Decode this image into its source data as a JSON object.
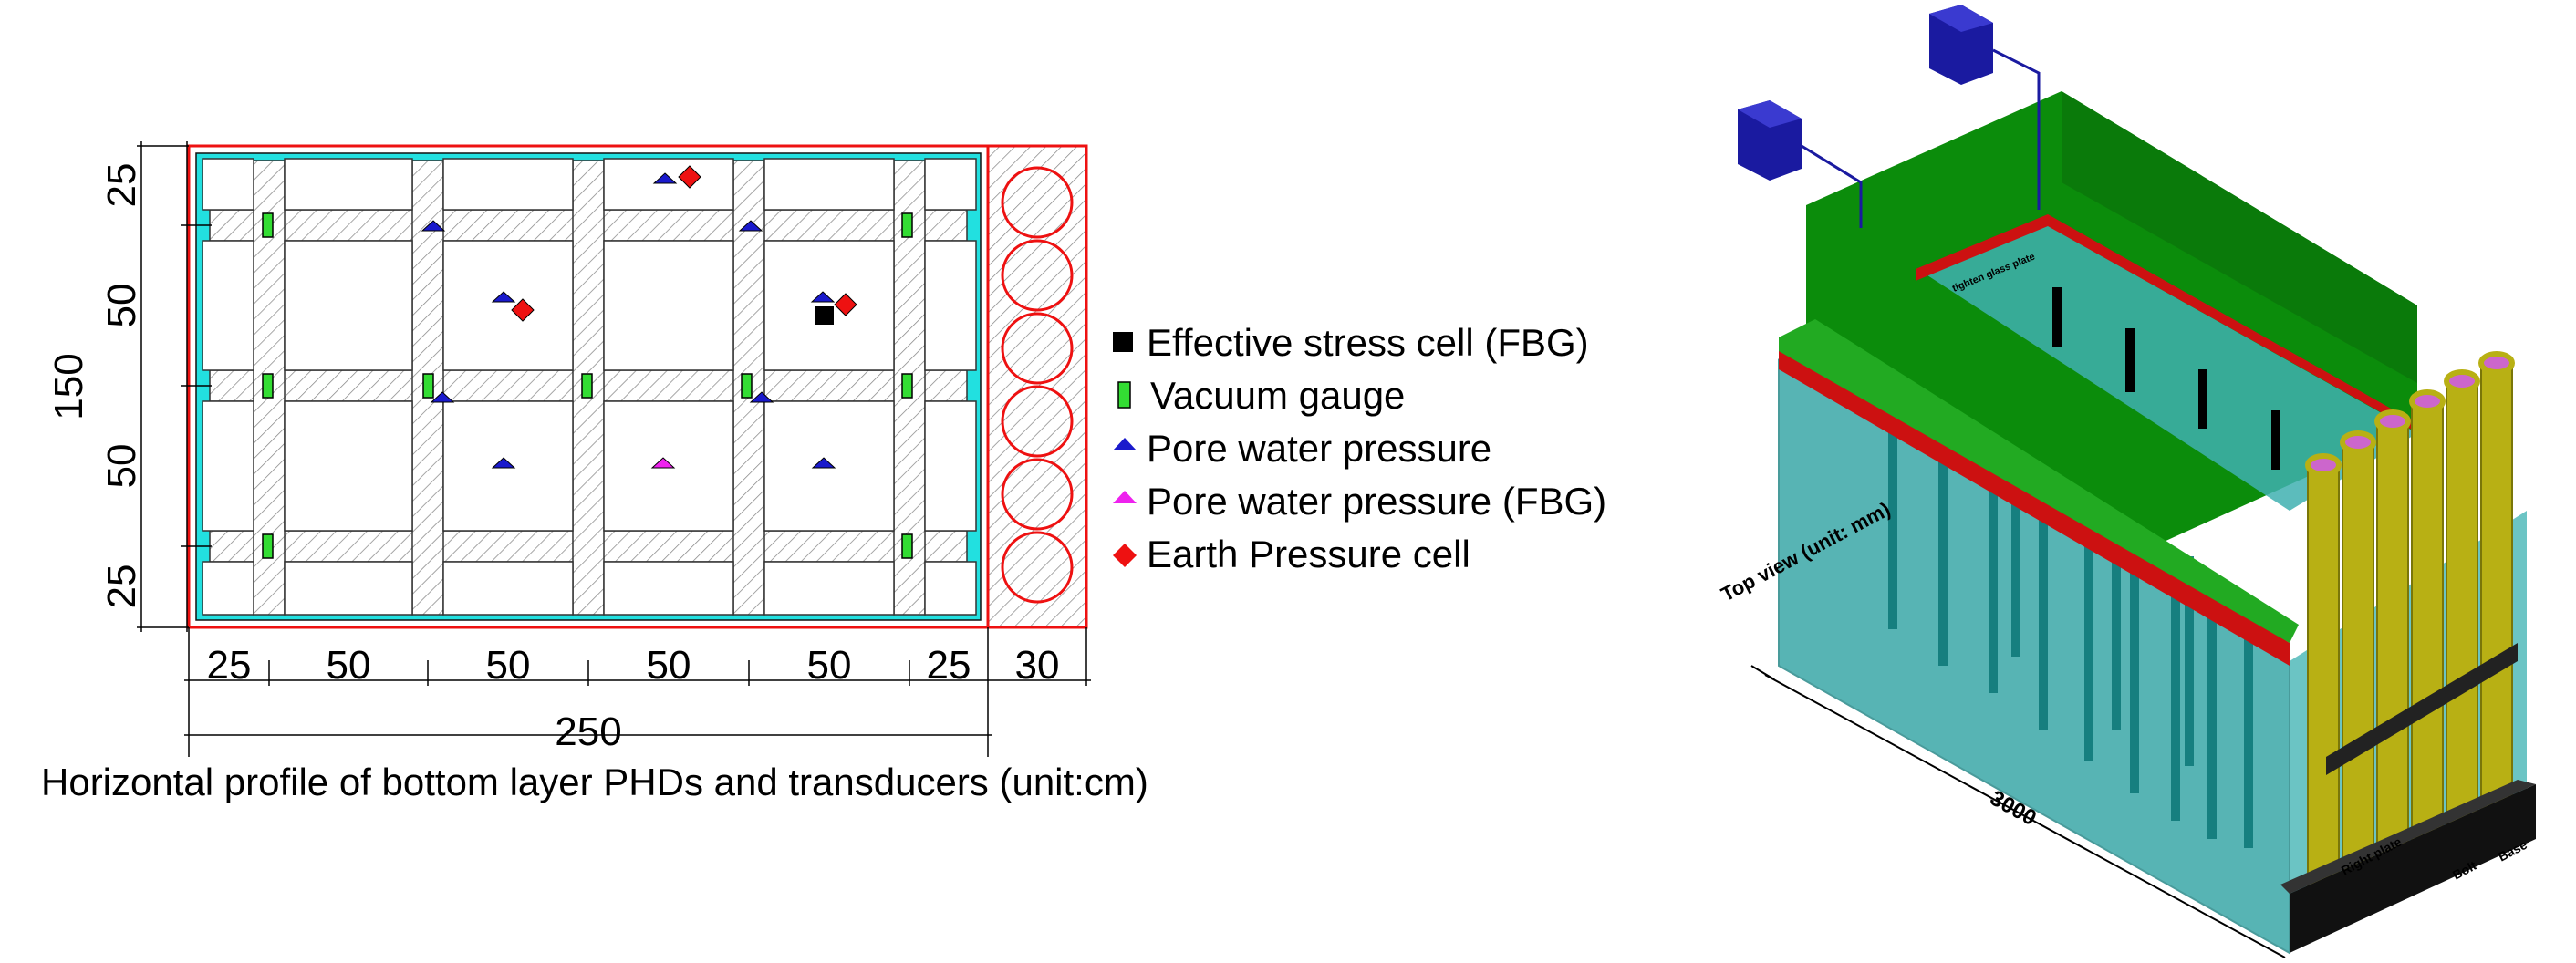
{
  "plan": {
    "caption": "Horizontal profile of bottom layer PHDs and transducers (unit:cm)",
    "dims_bottom": [
      "25",
      "50",
      "50",
      "50",
      "50",
      "25",
      "30"
    ],
    "dims_left": [
      "25",
      "50",
      "50",
      "25"
    ],
    "total_width": "250",
    "total_height": "150"
  },
  "legend": [
    {
      "label": "Effective stress cell (FBG)",
      "color": "#000000",
      "icon": "square-icon"
    },
    {
      "label": "Vacuum gauge",
      "color": "#33dd33",
      "icon": "green-rect-icon"
    },
    {
      "label": "Pore water pressure",
      "color": "#1a1acc",
      "icon": "blue-triangle-icon"
    },
    {
      "label": "Pore water pressure (FBG)",
      "color": "#ee22ee",
      "icon": "magenta-triangle-icon"
    },
    {
      "label": "Earth Pressure cell",
      "color": "#ee1111",
      "icon": "red-diamond-icon"
    }
  ],
  "iso": {
    "top_view_label": "Top view (unit: mm)",
    "length_label": "3000",
    "right_plate_label": "Right plate",
    "bolt_label": "Bolt",
    "base_label": "Base",
    "tighten_label": "tighten glass plate"
  },
  "colors": {
    "frame_red": "#ee1111",
    "cyan_border": "#22e0e0",
    "tank_green": "#0b8c0b",
    "water_teal": "#3aa7a7",
    "pipe_yellow": "#b8b014",
    "pipe_cap": "#cc66cc",
    "tank_navy": "#1a1aa0"
  }
}
